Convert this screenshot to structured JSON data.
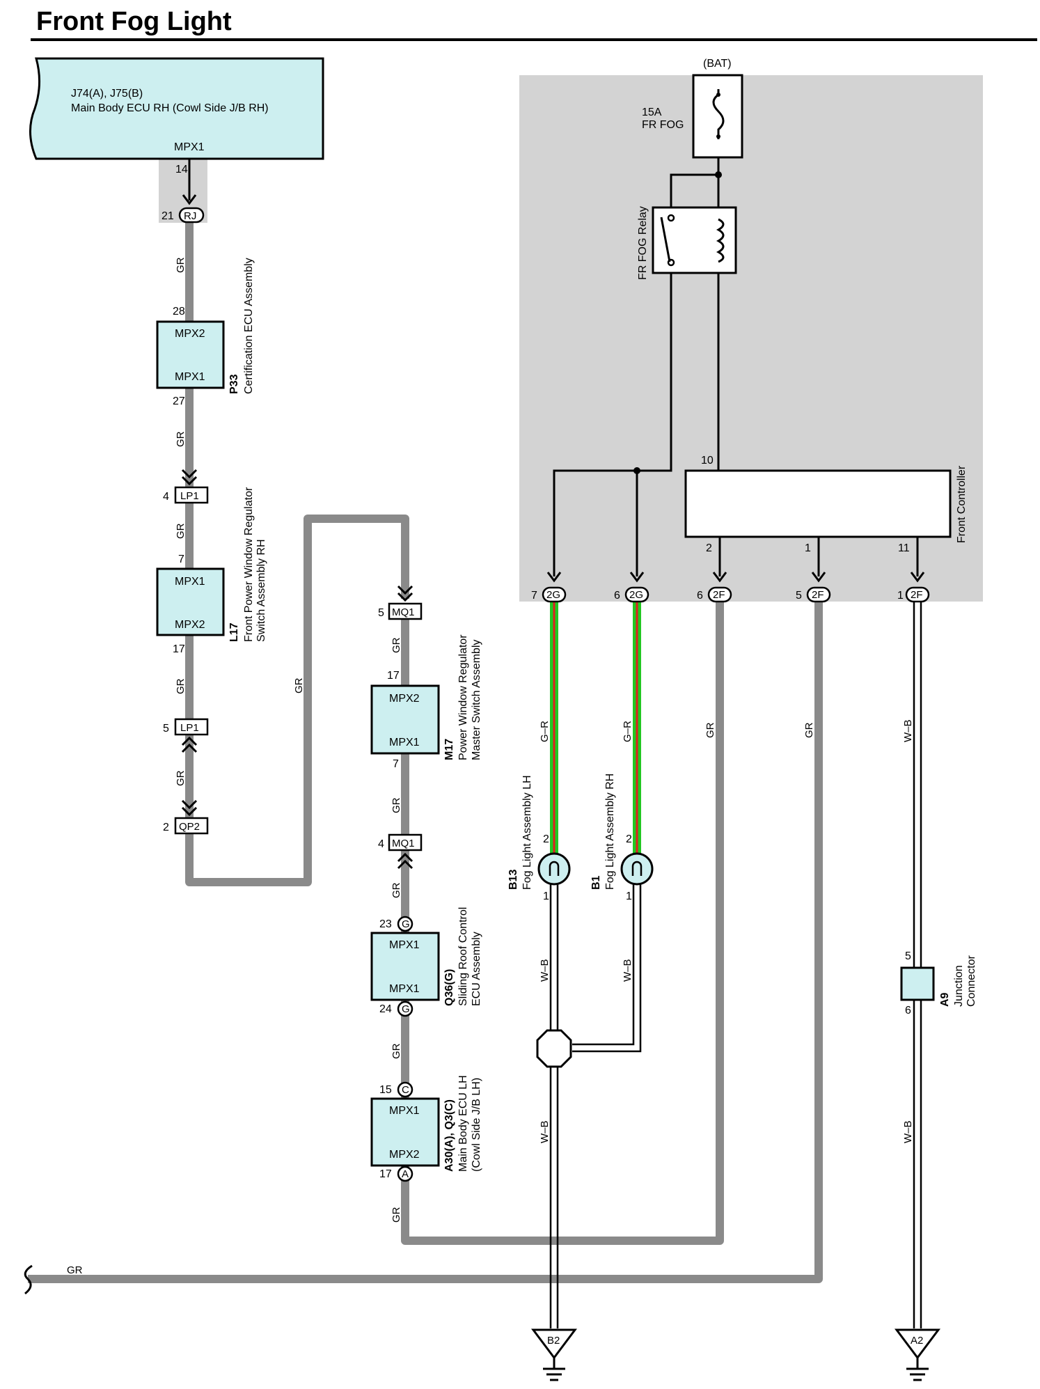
{
  "title": "Front Fog Light",
  "colors": {
    "ecu_fill": "#cdeff0",
    "bus_gray": "#8a8a8a",
    "junction_block": "#d3d3d3",
    "wire_green": "#22c722",
    "wire_red": "#e02020"
  },
  "top_ecu": {
    "id": "J74(A), J75(B)",
    "name": "Main Body ECU RH (Cowl Side J/B RH)",
    "port": "MPX1",
    "pin": "14"
  },
  "connectors": {
    "rj": {
      "label": "RJ",
      "pin": "21"
    },
    "lp1_top": {
      "label": "LP1",
      "pin": "4"
    },
    "lp1_bottom": {
      "label": "LP1",
      "pin": "5"
    },
    "qp2": {
      "label": "QP2",
      "pin": "2"
    },
    "mq1_top": {
      "label": "MQ1",
      "pin": "5"
    },
    "mq1_bottom": {
      "label": "MQ1",
      "pin": "4"
    }
  },
  "ecus": {
    "p33": {
      "id": "P33",
      "name": "Certification ECU Assembly",
      "port_top": "MPX2",
      "port_bottom": "MPX1",
      "pin_top": "28",
      "pin_bottom": "27"
    },
    "l17": {
      "id": "L17",
      "name_line1": "Front Power Window Regulator",
      "name_line2": "Switch Assembly RH",
      "port_top": "MPX1",
      "port_bottom": "MPX2",
      "pin_top": "7",
      "pin_bottom": "17"
    },
    "m17": {
      "id": "M17",
      "name_line1": "Power Window Regulator",
      "name_line2": "Master Switch Assembly",
      "port_top": "MPX2",
      "port_bottom": "MPX1",
      "pin_top": "17",
      "pin_bottom": "7"
    },
    "q36": {
      "id": "Q36(G)",
      "name_line1": "Sliding Roof Control",
      "name_line2": "ECU Assembly",
      "port_top": "MPX1",
      "port_bottom": "MPX1",
      "pin_top": "23",
      "pin_bottom": "24",
      "connector": "G"
    },
    "a30": {
      "id": "A30(A), Q3(C)",
      "name_line1": "Main Body ECU LH",
      "name_line2": "(Cowl Side J/B LH)",
      "port_top": "MPX1",
      "port_bottom": "MPX2",
      "pin_top": "15",
      "pin_bottom": "17",
      "connector_top": "C",
      "connector_bottom": "A"
    }
  },
  "wire_gr": "GR",
  "junction_block": {
    "bat": "(BAT)",
    "fuse_rating": "15A",
    "fuse_name": "FR FOG",
    "relay": "FR FOG Relay",
    "controller": "Front Controller",
    "controller_pins": {
      "in": "10",
      "out1": "2",
      "out2": "1",
      "out3": "11"
    }
  },
  "outputs": [
    {
      "connector": "2G",
      "pin": "7",
      "wire": "G–R"
    },
    {
      "connector": "2G",
      "pin": "6",
      "wire": "G–R"
    },
    {
      "connector": "2F",
      "pin": "6",
      "wire": "GR"
    },
    {
      "connector": "2F",
      "pin": "5",
      "wire": "GR"
    },
    {
      "connector": "2F",
      "pin": "1",
      "wire": "W–B"
    }
  ],
  "fog_lights": {
    "lh": {
      "id": "B13",
      "name": "Fog Light Assembly LH",
      "pin_top": "2",
      "pin_bottom": "1"
    },
    "rh": {
      "id": "B1",
      "name": "Fog Light Assembly RH",
      "pin_top": "2",
      "pin_bottom": "1"
    }
  },
  "wire_wb": "W–B",
  "junction_connector": {
    "id": "A9",
    "name_line1": "Junction",
    "name_line2": "Connector",
    "pin_top": "5",
    "pin_bottom": "6"
  },
  "grounds": {
    "left": "B2",
    "right": "A2"
  }
}
